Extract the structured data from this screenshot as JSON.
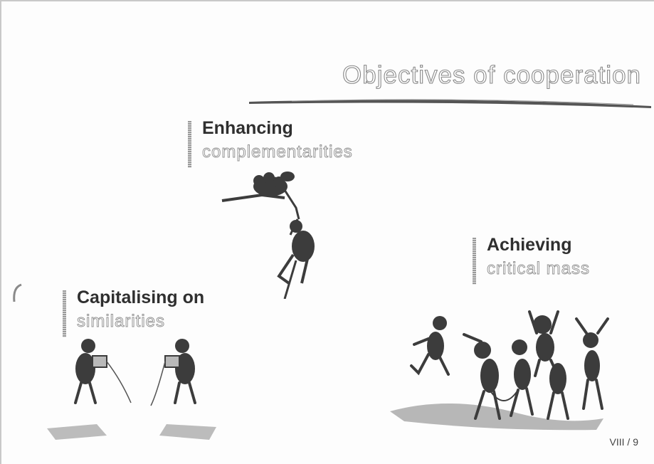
{
  "slide": {
    "title": "Objectives of cooperation",
    "page_number": "VIII / 9"
  },
  "blocks": [
    {
      "heading": "Enhancing",
      "sub": "complementarities"
    },
    {
      "heading": "Achieving",
      "sub": "critical mass"
    },
    {
      "heading": "Capitalising on",
      "sub": "similarities"
    }
  ],
  "colors": {
    "figure": "#3c3c3c",
    "grey_text_outline": "#8f8f8f",
    "rule": "#555555"
  },
  "illustrations": [
    "climbing-helper-icon",
    "group-dance-icon",
    "tin-can-phone-icon"
  ]
}
